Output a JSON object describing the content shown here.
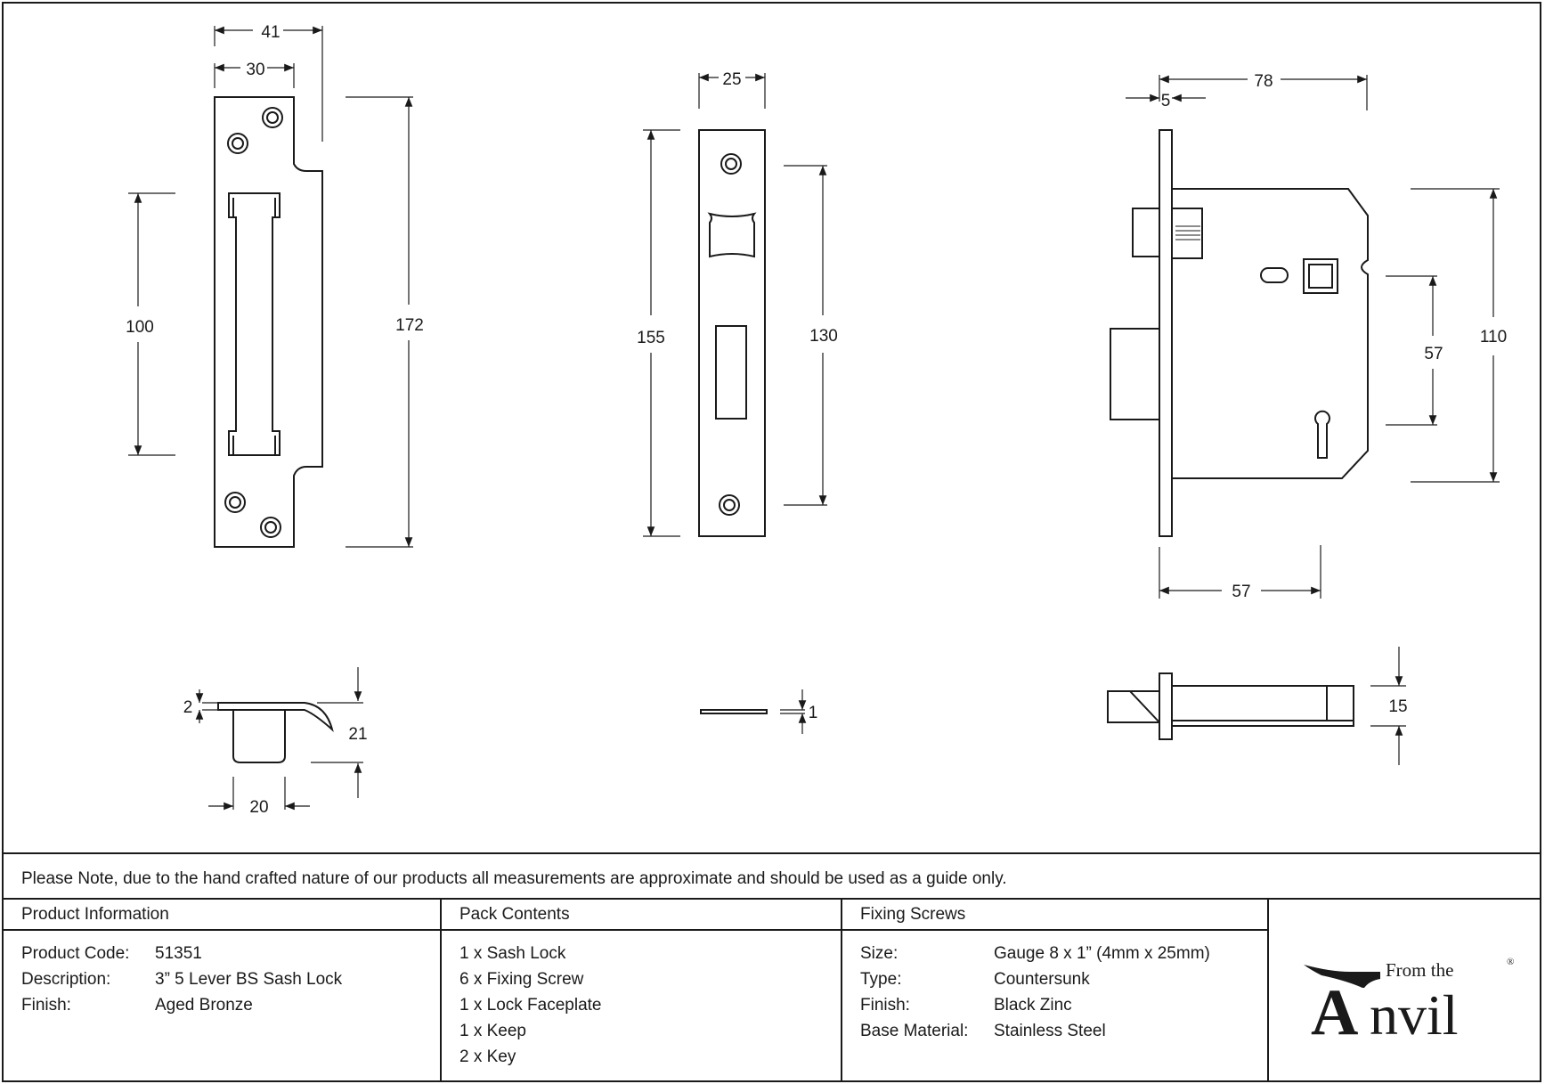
{
  "dimensions": {
    "keep_width_outer": "41",
    "keep_width_inner": "30",
    "keep_slot_height": "100",
    "keep_height": "172",
    "faceplate_width": "25",
    "faceplate_height": "155",
    "faceplate_screw_centres": "130",
    "lock_depth": "78",
    "forend_thickness": "5",
    "lock_case_height": "110",
    "lock_centres": "57",
    "backset": "57",
    "keep_end_lip": "2",
    "keep_end_depth": "21",
    "keep_end_width": "20",
    "faceplate_thickness": "1",
    "lock_case_thickness": "15"
  },
  "note": "Please Note, due to the hand crafted nature of our products all measurements are approximate and should be used as a guide only.",
  "product_info": {
    "title": "Product Information",
    "rows": [
      {
        "label": "Product Code:",
        "value": "51351"
      },
      {
        "label": "Description:",
        "value": "3” 5 Lever BS Sash Lock"
      },
      {
        "label": "Finish:",
        "value": "Aged Bronze"
      }
    ]
  },
  "pack_contents": {
    "title": "Pack Contents",
    "items": [
      "1 x Sash Lock",
      "6 x Fixing Screw",
      "1 x Lock Faceplate",
      "1 x Keep",
      "2 x Key"
    ]
  },
  "fixing_screws": {
    "title": "Fixing Screws",
    "rows": [
      {
        "label": "Size:",
        "value": "Gauge 8 x 1” (4mm x 25mm)"
      },
      {
        "label": "Type:",
        "value": "Countersunk"
      },
      {
        "label": "Finish:",
        "value": "Black Zinc"
      },
      {
        "label": "Base Material:",
        "value": "Stainless Steel"
      }
    ]
  },
  "logo": {
    "small": "From the",
    "big_a": "A",
    "big_rest": "nvil",
    "mark": "®"
  }
}
